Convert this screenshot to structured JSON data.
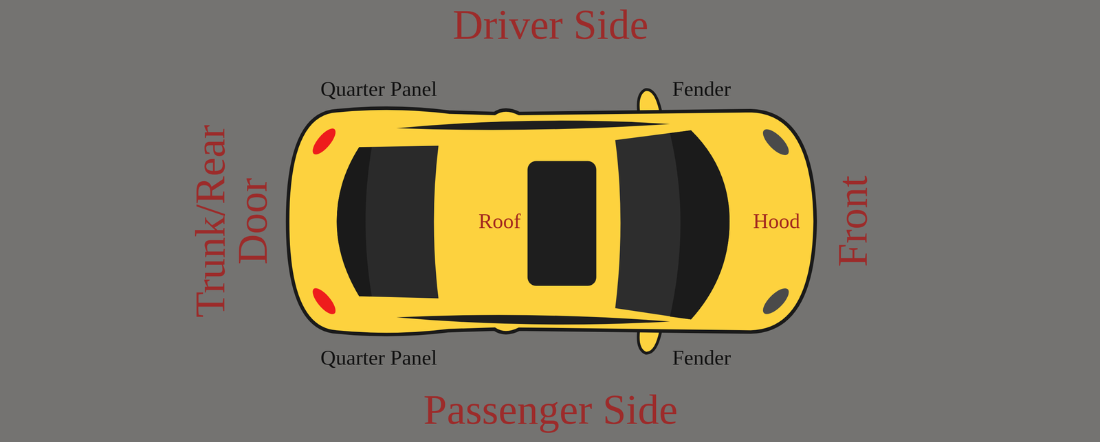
{
  "diagram": {
    "labels": [
      "Driver Side",
      "Quarter Panel",
      "Fender",
      "Trunk/Rear Door",
      "Roof",
      "Hood",
      "Front",
      "Quarter Panel",
      "Fender",
      "Passenger Side"
    ]
  }
}
